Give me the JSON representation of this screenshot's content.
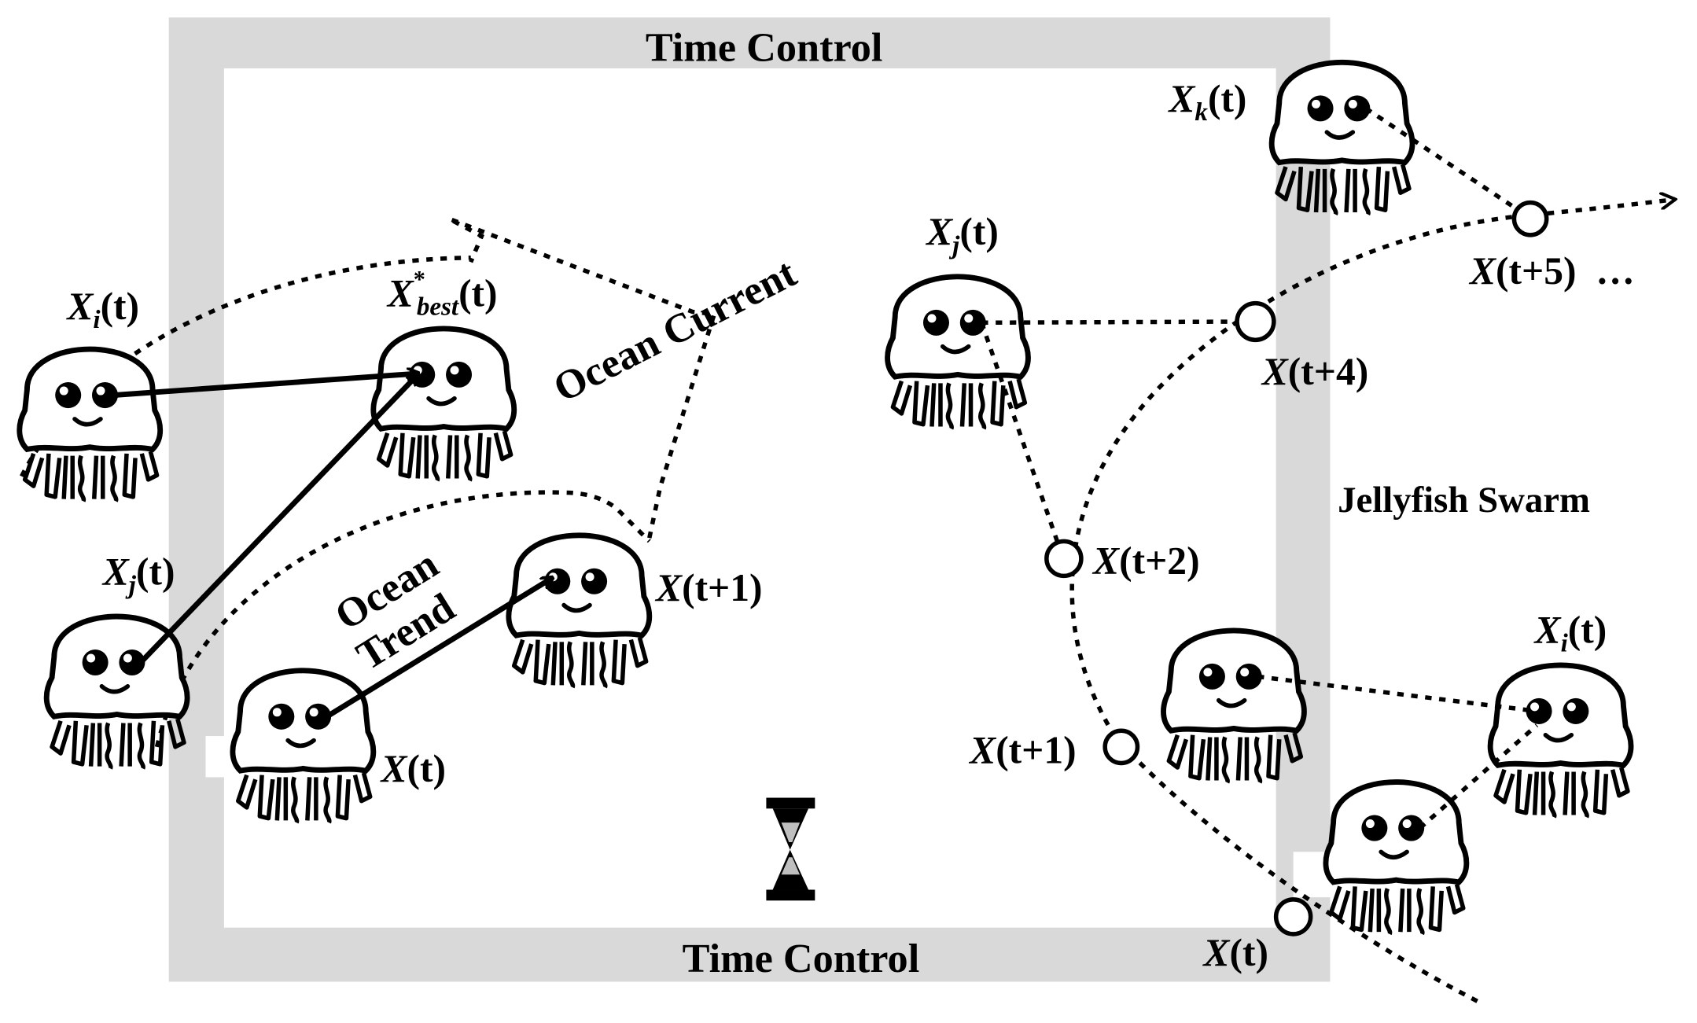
{
  "frame": {
    "top_label": "Time Control",
    "bottom_label": "Time Control",
    "border_color": "#d9d9d9"
  },
  "left_panel": {
    "ocean_current_label": "Ocean Current",
    "ocean_trend_line1": "Ocean",
    "ocean_trend_line2": "Trend",
    "xi": {
      "base": "X",
      "sub": "i",
      "arg": "(t)"
    },
    "xj": {
      "base": "X",
      "sub": "j",
      "arg": "(t)"
    },
    "xbest": {
      "base": "X",
      "sup": "*",
      "sub": "best",
      "arg": "(t)"
    },
    "xt": {
      "base": "X",
      "arg": "(t)"
    },
    "xt1": {
      "base": "X",
      "arg": "(t+1)"
    }
  },
  "right_panel": {
    "swarm_label": "Jellyfish Swarm",
    "xk": {
      "base": "X",
      "sub": "k",
      "arg": "(t)"
    },
    "xj": {
      "base": "X",
      "sub": "j",
      "arg": "(t)"
    },
    "xi": {
      "base": "X",
      "sub": "i",
      "arg": "(t)"
    },
    "xt": {
      "base": "X",
      "arg": "(t)"
    },
    "xt1": {
      "base": "X",
      "arg": "(t+1)"
    },
    "xt2": {
      "base": "X",
      "arg": "(t+2)"
    },
    "xt4": {
      "base": "X",
      "arg": "(t+4)"
    },
    "xt5": {
      "base": "X",
      "arg": "(t+5)"
    },
    "ellipsis": "…"
  },
  "icons": {
    "jellyfish": "jellyfish-icon",
    "hourglass": "hourglass-icon"
  }
}
